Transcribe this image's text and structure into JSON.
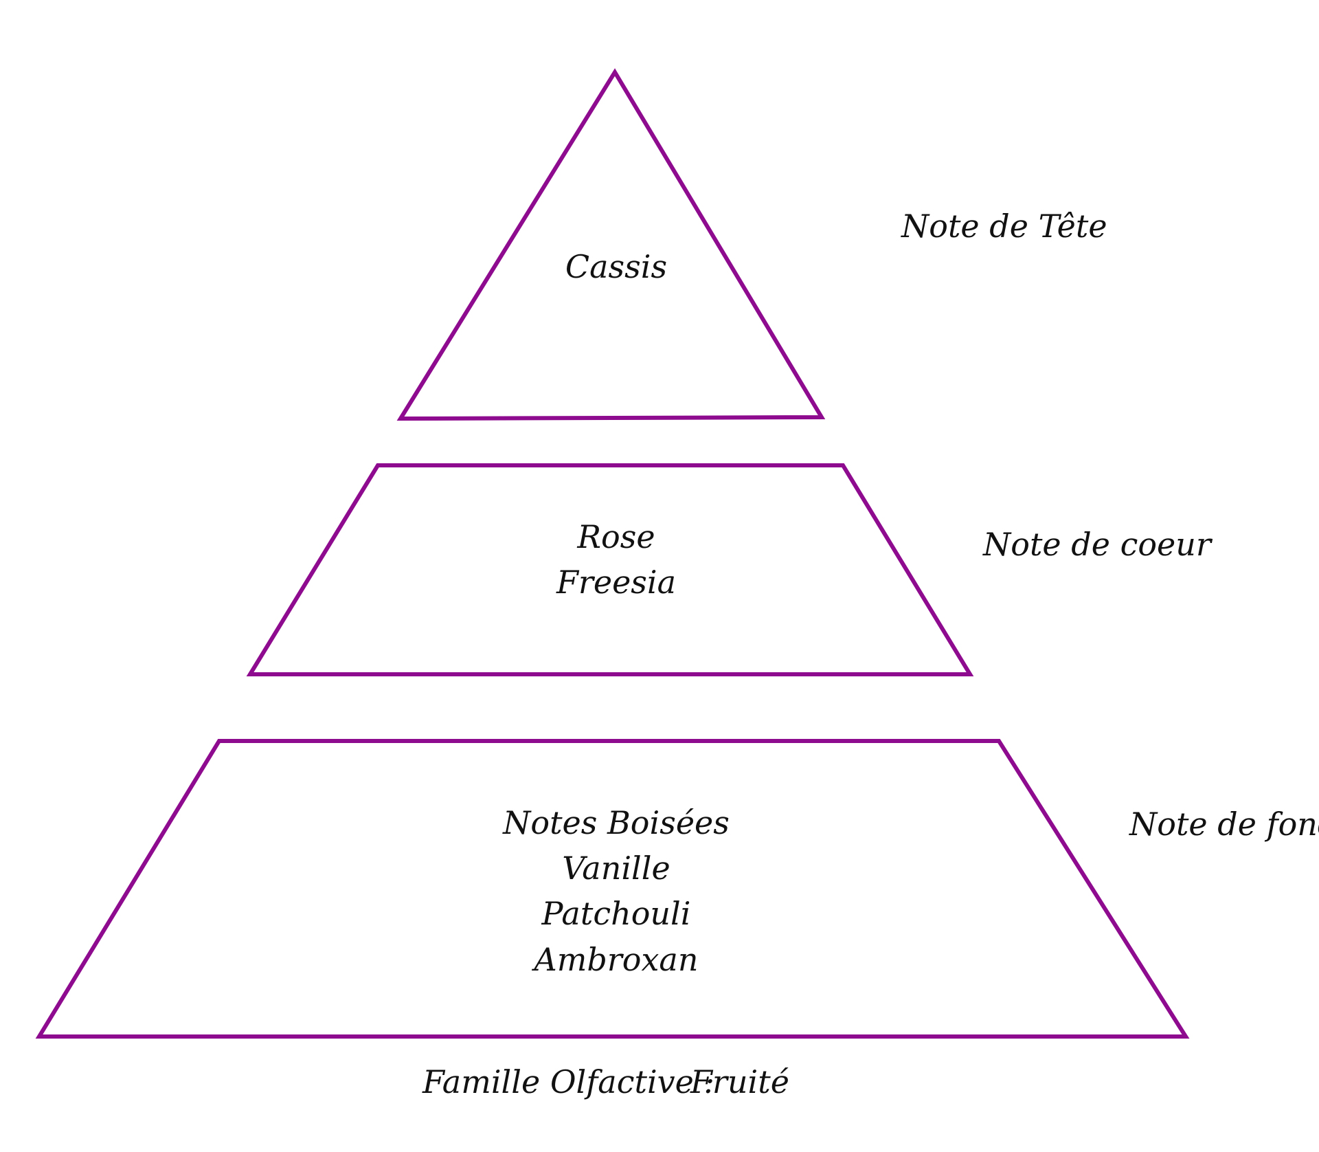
{
  "tiers": [
    {
      "label": "Note de Tête",
      "notes": [
        "Cassis"
      ]
    },
    {
      "label": "Note de coeur",
      "notes": [
        "Rose",
        "Freesia"
      ]
    },
    {
      "label": "Note de fond",
      "notes": [
        "Notes Boisées",
        "Vanille",
        "Patchouli",
        "Ambroxan"
      ]
    }
  ],
  "footer": {
    "label": "Famille Olfactive :",
    "value": "Fruité"
  },
  "colors": {
    "outline": "#8e0a8e",
    "text": "#111111"
  }
}
